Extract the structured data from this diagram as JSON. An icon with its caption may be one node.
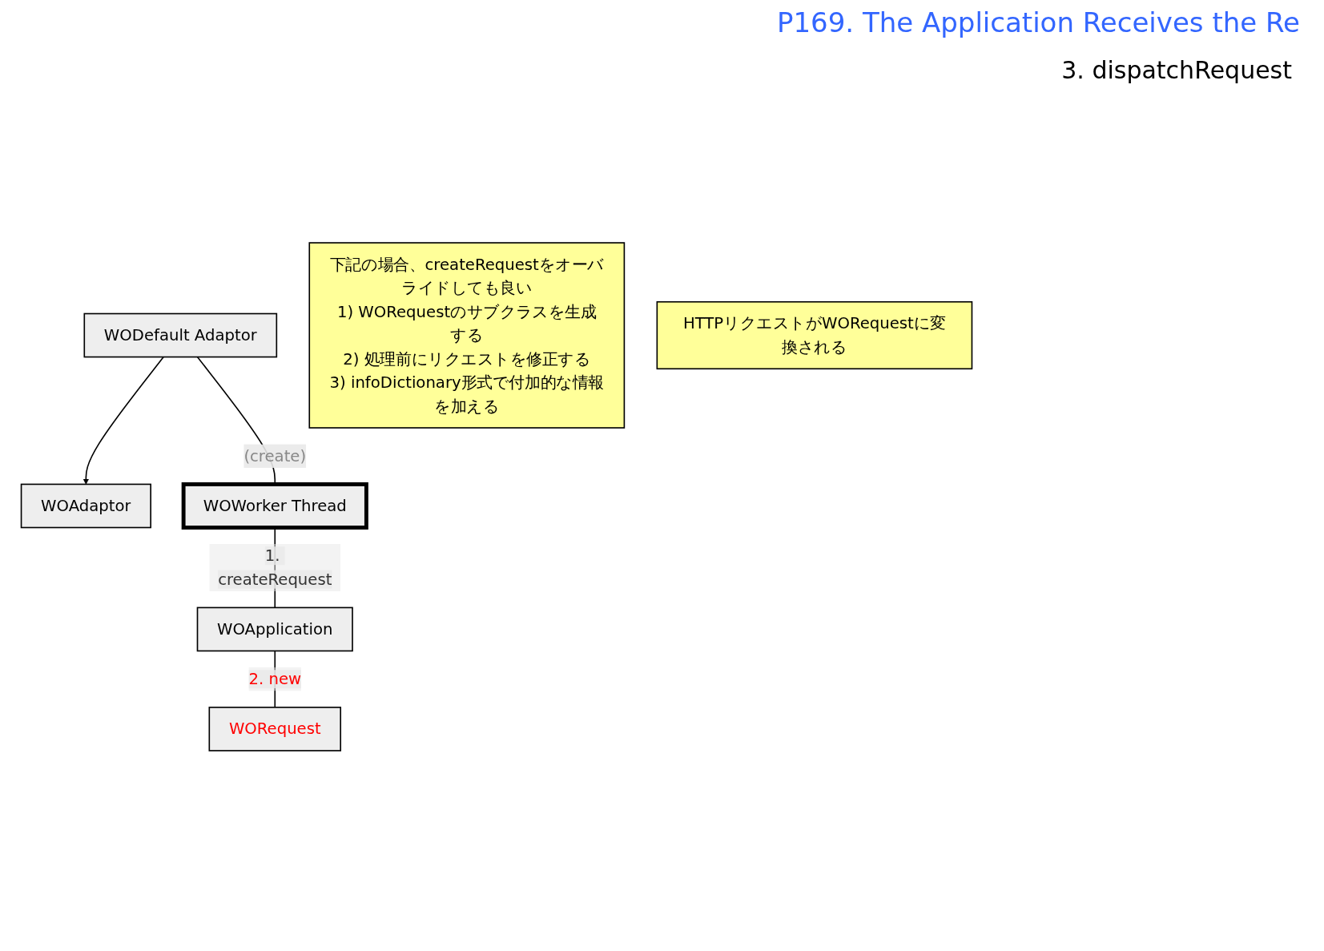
{
  "diagram": {
    "title": "P169. The Application Receives the Re",
    "nodes": [
      {
        "text": [
          "WOAdaptor"
        ]
      },
      {
        "text": [
          "WODefault Adaptor"
        ]
      },
      {
        "text": [
          "下記の場合、createRequestをオーバライドしても良い",
          "1) WORequestのサブクラスを生成する",
          "2) 処理前にリクエストを修正する",
          "3) infoDictionary形式で付加的な情報を加える"
        ]
      },
      {
        "text": [
          "WOWorker Thread"
        ]
      },
      {
        "text": [
          "WOApplication"
        ]
      },
      {
        "text": [
          "HTTPリクエストがWORequestに変換される"
        ]
      },
      {
        "text": [
          "WORequest"
        ]
      }
    ],
    "edges": [
      {
        "from": 1,
        "to": 0,
        "arrow": "to"
      },
      {
        "from": 1,
        "to": 3,
        "arrow": "none",
        "label": "(create)"
      },
      {
        "from": 3,
        "to": 4,
        "arrow": "none",
        "label": "1. createRequest"
      },
      {
        "from": 4,
        "to": 6,
        "arrow": "none",
        "label": "2. new"
      }
    ],
    "labels": [
      "3. dispatchRequest"
    ]
  }
}
